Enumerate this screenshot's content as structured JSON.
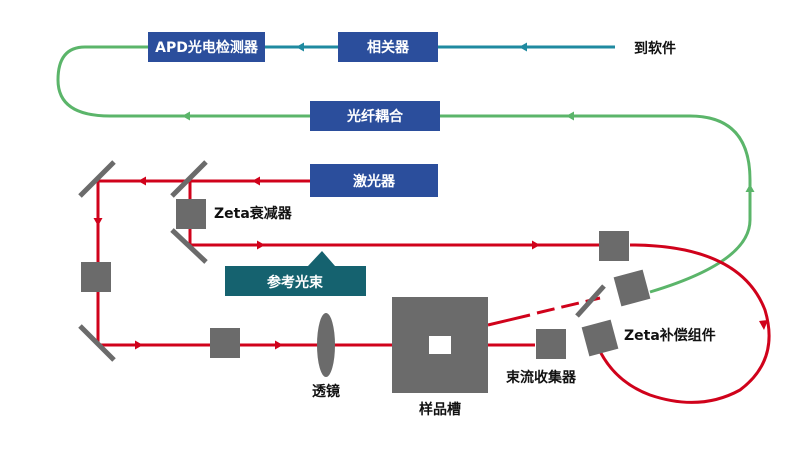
{
  "boxes": {
    "apd_detector": "APD光电检测器",
    "correlator": "相关器",
    "fiber_coupler": "光纤耦合",
    "laser": "激光器",
    "reference_beam": "参考光束"
  },
  "labels": {
    "to_software": "到软件",
    "zeta_attenuator": "Zeta衰减器",
    "zeta_compensator": "Zeta补偿组件",
    "lens": "透镜",
    "sample_cell": "样品槽",
    "beam_dump": "束流收集器"
  },
  "colors": {
    "box_blue": "#2b4e9c",
    "reference_teal": "#15626f",
    "signal_teal": "#1f8aa0",
    "fiber_green": "#5bb56a",
    "laser_red": "#d0021b",
    "component_gray": "#6b6b6b"
  }
}
